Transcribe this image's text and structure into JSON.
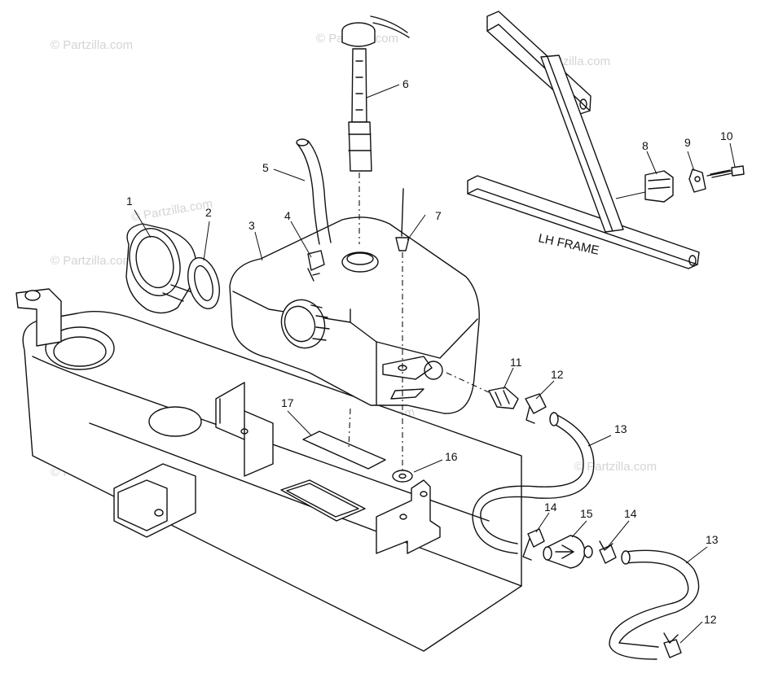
{
  "watermark": "© Partzilla.com",
  "frame_label": "LH FRAME",
  "callouts": [
    "1",
    "2",
    "3",
    "4",
    "5",
    "6",
    "7",
    "8",
    "9",
    "10",
    "11",
    "12",
    "13",
    "14",
    "15",
    "14",
    "13",
    "12",
    "16",
    "17"
  ]
}
